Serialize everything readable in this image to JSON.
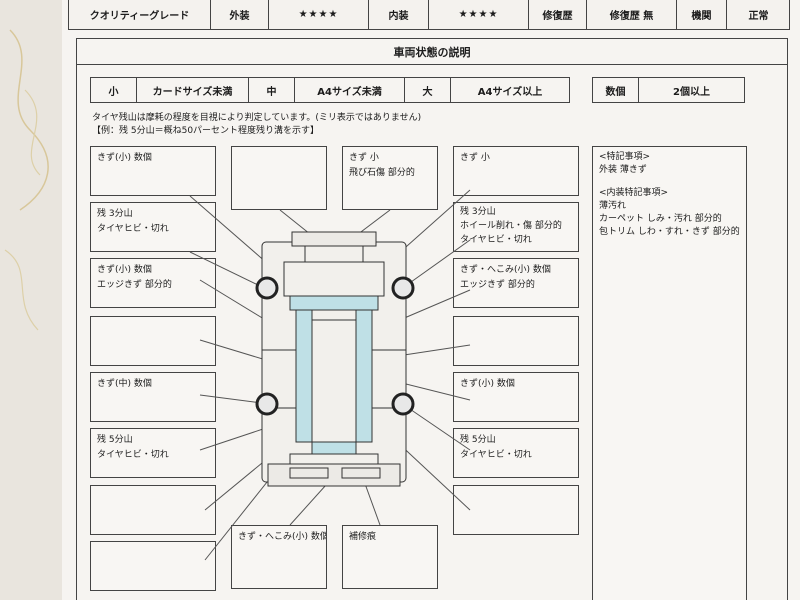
{
  "grade_row": {
    "quality_label": "クオリティーグレード",
    "exterior_label": "外装",
    "exterior_stars": "★★★★",
    "interior_label": "内装",
    "interior_stars": "★★★★",
    "repair_label": "修復歴",
    "repair_value": "修復歴 無",
    "engine_label": "機関",
    "engine_value": "正常"
  },
  "section_title": "車両状態の説明",
  "size_legend": {
    "small_label": "小",
    "small_value": "カードサイズ未満",
    "medium_label": "中",
    "medium_value": "A4サイズ未満",
    "large_label": "大",
    "large_value": "A4サイズ以上",
    "count_label": "数個",
    "count_value": "2個以上"
  },
  "tire_note": {
    "line1": "タイヤ残山は摩耗の程度を目視により判定しています。(ミリ表示ではありません)",
    "line2": "【例：残 5分山＝概ね50パーセント程度残り溝を示す】"
  },
  "left_boxes": [
    {
      "line1": "きず(小) 数個",
      "line2": ""
    },
    {
      "line1": "残 3分山",
      "line2": "タイヤヒビ・切れ"
    },
    {
      "line1": "きず(小) 数個",
      "line2": "エッジきず 部分的"
    },
    {
      "line1": "",
      "line2": ""
    },
    {
      "line1": "きず(中) 数個",
      "line2": ""
    },
    {
      "line1": "残 5分山",
      "line2": "タイヤヒビ・切れ"
    },
    {
      "line1": "",
      "line2": ""
    },
    {
      "line1": "",
      "line2": ""
    }
  ],
  "right_boxes": [
    {
      "line1": "きず 小",
      "line2": "",
      "line3": ""
    },
    {
      "line1": "残 3分山",
      "line2": "ホイール削れ・傷 部分的",
      "line3": "タイヤヒビ・切れ"
    },
    {
      "line1": "きず・へこみ(小) 数個",
      "line2": "エッジきず 部分的",
      "line3": ""
    },
    {
      "line1": "",
      "line2": "",
      "line3": ""
    },
    {
      "line1": "きず(小) 数個",
      "line2": "",
      "line3": ""
    },
    {
      "line1": "残 5分山",
      "line2": "タイヤヒビ・切れ",
      "line3": ""
    },
    {
      "line1": "",
      "line2": "",
      "line3": ""
    }
  ],
  "top_boxes": [
    {
      "line1": "",
      "line2": ""
    },
    {
      "line1": "きず 小",
      "line2": "飛び石傷 部分的"
    }
  ],
  "bottom_boxes": [
    {
      "line1": "きず・へこみ(小) 数個"
    },
    {
      "line1": "補修痕"
    }
  ],
  "remarks": {
    "special_heading": "<特記事項>",
    "special_item": "外装 薄きず",
    "interior_heading": "<内装特記事項>",
    "interior_items": [
      "薄汚れ",
      "カーペット しみ・汚れ 部分的",
      "包トリム しわ・すれ・きず 部分的"
    ]
  }
}
